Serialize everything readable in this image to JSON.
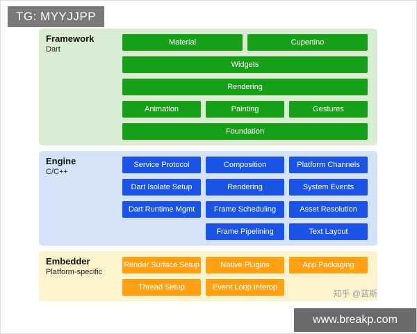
{
  "watermarks": {
    "tg": "TG: MYYJJPP",
    "zhihu": "知乎 @蓝斯",
    "site": "www.breakp.com"
  },
  "colors": {
    "framework_bg": "#daecd3",
    "framework_btn": "#17a017",
    "engine_bg": "#d4e3f9",
    "engine_btn": "#1b53e6",
    "embedder_bg": "#fdf3cd",
    "embedder_btn": "#ffa114",
    "badge_bg": "#6e6e6e",
    "footer_bg": "#555555"
  },
  "framework": {
    "title": "Framework",
    "subtitle": "Dart",
    "buttons": {
      "material": "Material",
      "cupertino": "Cupertino",
      "widgets": "Widgets",
      "rendering": "Rendering",
      "animation": "Animation",
      "painting": "Painting",
      "gestures": "Gestures",
      "foundation": "Foundation"
    }
  },
  "engine": {
    "title": "Engine",
    "subtitle": "C/C++",
    "buttons": {
      "service_protocol": "Service Protocol",
      "composition": "Composition",
      "platform_channels": "Platform Channels",
      "dart_isolate_setup": "Dart Isolate Setup",
      "rendering": "Rendering",
      "system_events": "System Events",
      "dart_runtime_mgmt": "Dart Runtime Mgmt",
      "frame_scheduling": "Frame Scheduling",
      "asset_resolution": "Asset Resolution",
      "frame_pipelining": "Frame Pipelining",
      "text_layout": "Text Layout"
    }
  },
  "embedder": {
    "title": "Embedder",
    "subtitle": "Platform-specific",
    "buttons": {
      "render_surface_setup": "Render Surface Setup",
      "native_plugins": "Native Plugins",
      "app_packaging": "App Packaging",
      "thread_setup": "Thread Setup",
      "event_loop_interop": "Event Loop Interop"
    }
  }
}
